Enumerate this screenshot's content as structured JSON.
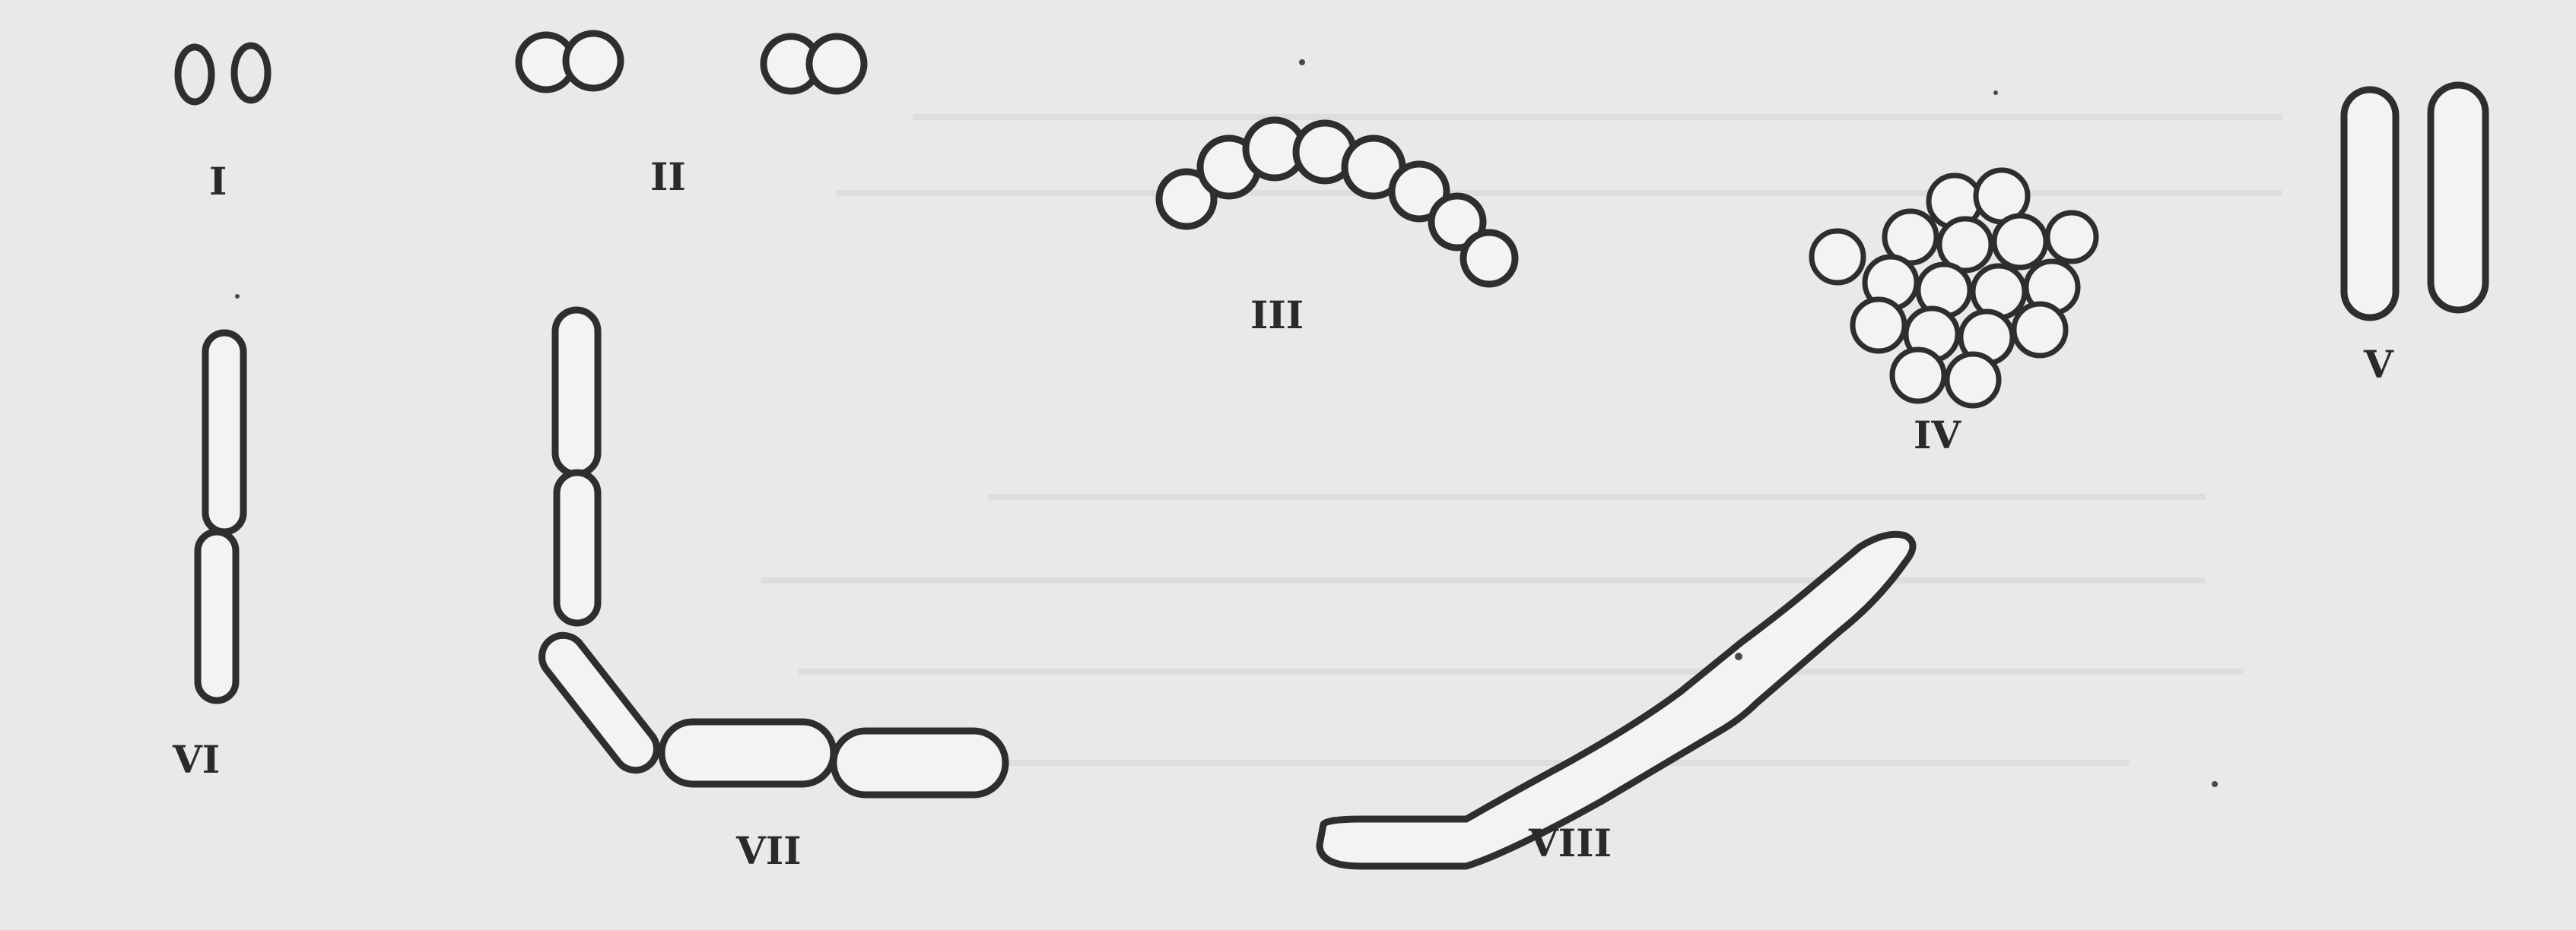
{
  "figure": {
    "labels": {
      "I": "I",
      "II": "II",
      "III": "III",
      "IV": "IV",
      "V": "V",
      "VI": "VI",
      "VII": "VII",
      "VIII": "VIII"
    },
    "colors": {
      "background": "#e9e9e9",
      "outline": "#2e2e2e",
      "cell_fill": "#f3f3f3"
    }
  }
}
